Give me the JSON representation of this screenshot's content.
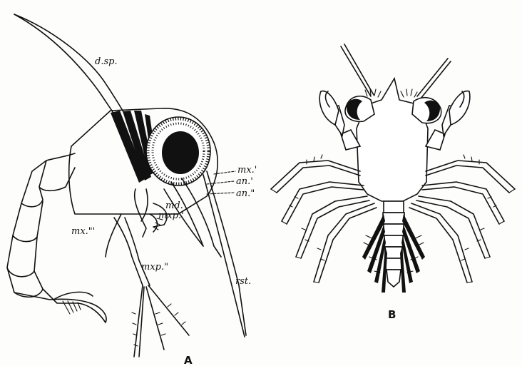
{
  "figure_a": {
    "caption": "A",
    "labels": {
      "dsp": "d.sp.",
      "mx1": "mx.'",
      "an1": "an.'",
      "an2": "an.\"",
      "md": "md.",
      "mxp1": "mxp.'",
      "mx3": "mx.\"'",
      "mxp2": "mxp.\"",
      "rst": "rst."
    }
  },
  "figure_b": {
    "caption": "B"
  }
}
